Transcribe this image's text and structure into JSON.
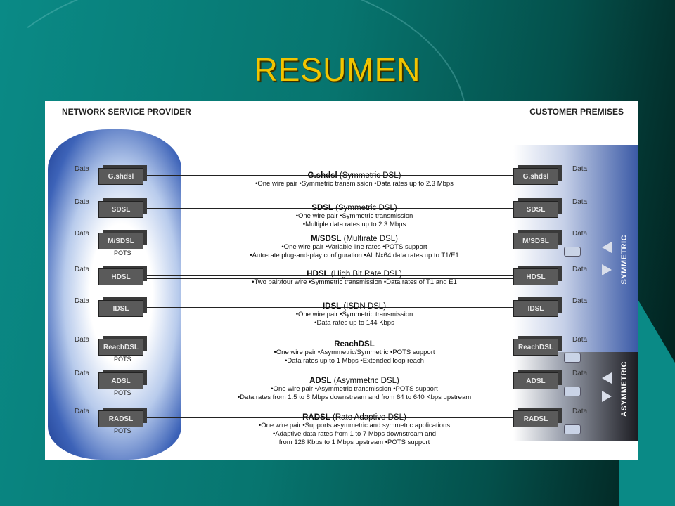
{
  "title": "RESUMEN",
  "diagram": {
    "left_header": "NETWORK SERVICE PROVIDER",
    "right_header": "CUSTOMER PREMISES",
    "symmetric_label": "SYMMETRIC",
    "asymmetric_label": "ASYMMETRIC",
    "data_label": "Data",
    "pots_label": "POTS",
    "rows": [
      {
        "box": "G.shdsl",
        "name": "G.shdsl",
        "sub": "(Symmetric DSL)",
        "lines": [
          "•One wire pair  •Symmetric transmission  •Data rates up to 2.3 Mbps"
        ],
        "pots": false
      },
      {
        "box": "SDSL",
        "name": "SDSL",
        "sub": "(Symmetric DSL)",
        "lines": [
          "•One wire pair  •Symmetric transmission",
          "•Multiple data rates up to 2.3 Mbps"
        ],
        "pots": false
      },
      {
        "box": "M/SDSL",
        "name": "M/SDSL",
        "sub": "(Multirate DSL)",
        "lines": [
          "•One wire pair  •Variable line rates  •POTS support",
          "•Auto-rate plug-and-play configuration  •All Nx64 data rates up to T1/E1"
        ],
        "pots": true
      },
      {
        "box": "HDSL",
        "name": "HDSL",
        "sub": "(High Bit Rate DSL)",
        "lines": [
          "•Two pair/four wire  •Symmetric transmission  •Data rates of T1 and E1"
        ],
        "pots": false
      },
      {
        "box": "IDSL",
        "name": "IDSL",
        "sub": "(ISDN DSL)",
        "lines": [
          "•One wire pair  •Symmetric transmission",
          "•Data rates up to 144 Kbps"
        ],
        "pots": false
      },
      {
        "box": "ReachDSL",
        "name": "ReachDSL",
        "sub": "",
        "lines": [
          "•One wire pair  •Asymmetric/Symmetric  •POTS support",
          "•Data rates up to 1 Mbps  •Extended loop reach"
        ],
        "pots": true
      },
      {
        "box": "ADSL",
        "name": "ADSL",
        "sub": "(Asymmetric DSL)",
        "lines": [
          "•One wire pair  •Asymmetric transmission  •POTS support",
          "•Data rates from 1.5 to 8 Mbps downstream and from 64 to 640 Kbps upstream"
        ],
        "pots": true
      },
      {
        "box": "RADSL",
        "name": "RADSL",
        "sub": "(Rate Adaptive DSL)",
        "lines": [
          "•One wire pair  •Supports asymmetric and symmetric applications",
          "•Adaptive data rates from 1 to 7 Mbps downstream and",
          "from 128 Kbps to 1 Mbps upstream  •POTS support"
        ],
        "pots": true
      }
    ]
  }
}
